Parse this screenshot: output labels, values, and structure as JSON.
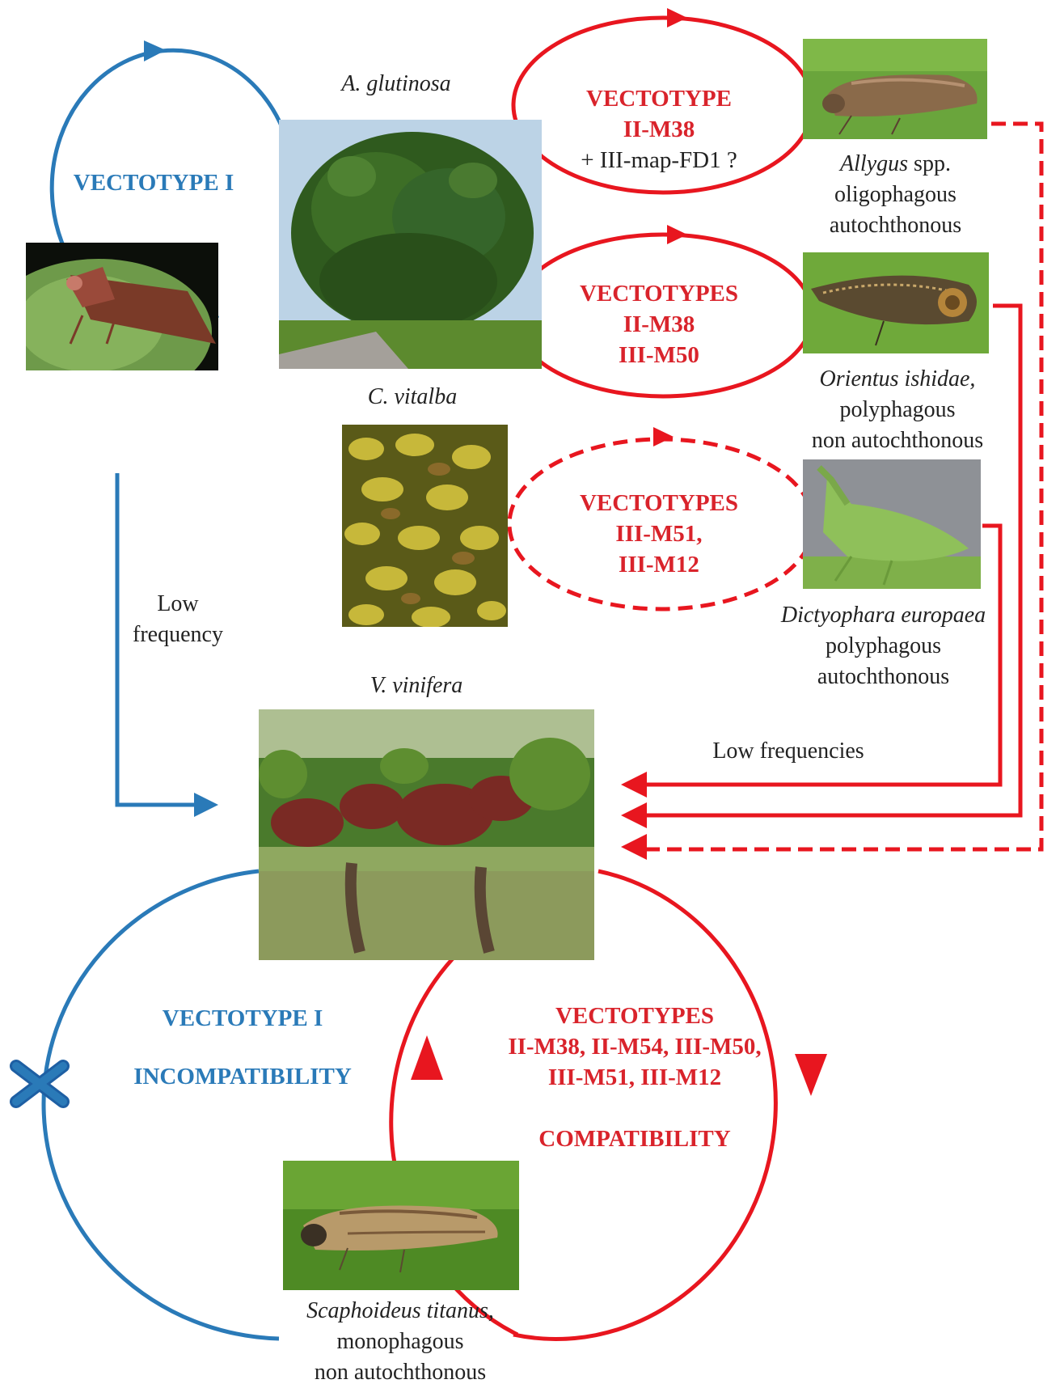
{
  "plants": {
    "alnus": "A. glutinosa",
    "clematis": "C. vitalba",
    "vitis": "V. vinifera"
  },
  "cycles": {
    "alnus_blue": {
      "label": "VECTOTYPE I"
    },
    "allygus": {
      "line1": "VECTOTYPE",
      "line2": "II-M38",
      "line3": "+ III-map-FD1 ?"
    },
    "orientus": {
      "line1": "VECTOTYPES",
      "line2": "II-M38",
      "line3": "III-M50"
    },
    "dictyophara": {
      "line1": "VECTOTYPES",
      "line2": "III-M51,",
      "line3": "III-M12"
    },
    "vine_blue": {
      "line1": "VECTOTYPE I",
      "line2": "INCOMPATIBILITY"
    },
    "vine_red": {
      "line1": "VECTOTYPES",
      "line2": "II-M38, II-M54,  III-M50,",
      "line3": "III-M51, III-M12",
      "line4": "COMPATIBILITY"
    }
  },
  "insects": {
    "allygus": {
      "genus": "Allygus",
      "rest": " spp.",
      "line2": "oligophagous",
      "line3": "autochthonous"
    },
    "orientus": {
      "name": "Orientus ishidae,",
      "line2": "polyphagous",
      "line3": "non autochthonous"
    },
    "dictyophara": {
      "name": "Dictyophara europaea",
      "line2": "polyphagous",
      "line3": "autochthonous"
    },
    "scaphoideus": {
      "name": "Scaphoideus titanus,",
      "line2": "monophagous",
      "line3": "non autochthonous"
    }
  },
  "flows": {
    "low_frequency_1": "Low",
    "low_frequency_2": "frequency",
    "low_frequencies": "Low frequencies"
  },
  "colors": {
    "red": "#e8161f",
    "blue": "#2a7ab8",
    "red_text": "#d9232b",
    "blue_text": "#2a7ab8"
  }
}
